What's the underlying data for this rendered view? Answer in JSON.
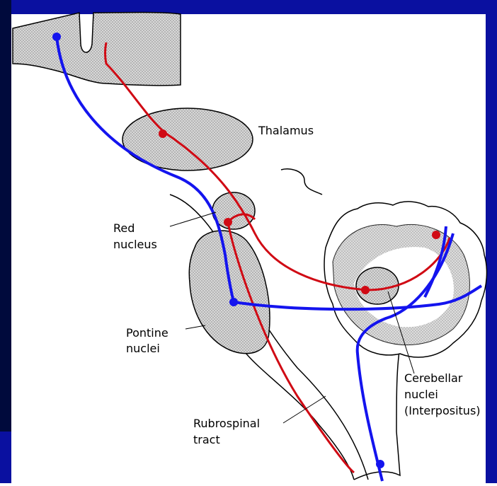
{
  "colors": {
    "slide_blue": "#0a10a0",
    "slide_navy": "#000a3c",
    "afferent_red": "#d00a14",
    "efferent_blue": "#1414ee",
    "tissue_gray": "#c8c8c8"
  },
  "labels": {
    "thalamus": "Thalamus",
    "red_nucleus_1": "Red",
    "red_nucleus_2": "nucleus",
    "pontine_1": "Pontine",
    "pontine_2": "nuclei",
    "rubrospinal_1": "Rubrospinal",
    "rubrospinal_2": "tract",
    "cerebellar_1": "Cerebellar",
    "cerebellar_2": "nuclei",
    "cerebellar_3": "(Interpositus)"
  }
}
